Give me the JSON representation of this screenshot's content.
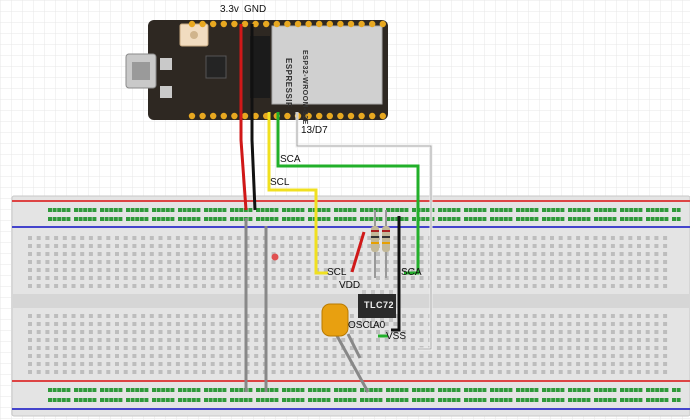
{
  "labels": {
    "vcc": "3.3v",
    "gnd": "GND",
    "gpio13": "13/D7",
    "sca_top": "SCA",
    "scl_top": "SCL",
    "scl_ic": "SCL",
    "sca_ic": "SCA",
    "vdd": "VDD",
    "oscl": "OSCL",
    "a0": "A0",
    "vss": "VSS"
  },
  "esp32": {
    "module_text": "ESPRESSIF",
    "module_sub": "ESP32-WROOM-32E"
  },
  "chip": {
    "label": "TLC72"
  },
  "colors": {
    "wire_red": "#d01818",
    "wire_black": "#111111",
    "wire_yellow": "#f0e020",
    "wire_green": "#22b02a",
    "wire_white": "#eeeeee",
    "wire_grey": "#888888",
    "breadboard": "#e6e6e6",
    "board_pcb": "#2e2822",
    "header_pin": "#e8a820",
    "capacitor": "#e8a010"
  }
}
